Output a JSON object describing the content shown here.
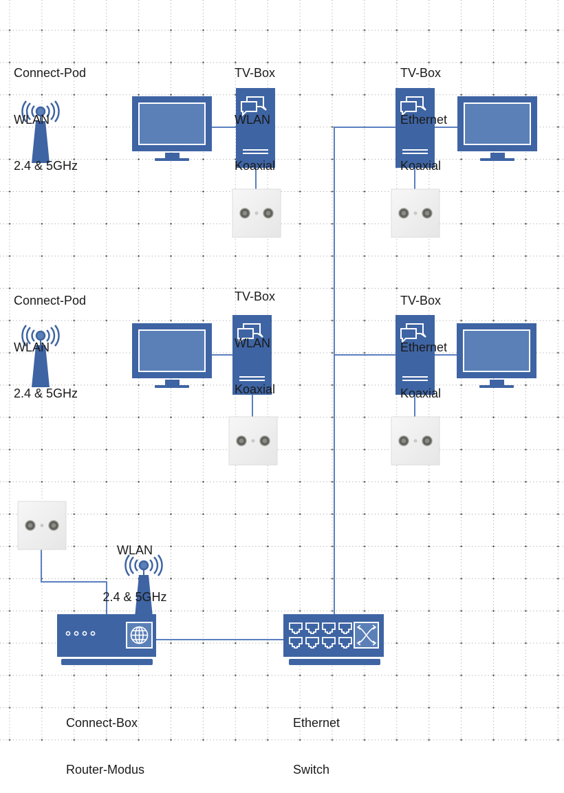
{
  "diagram": {
    "type": "home network topology",
    "colors": {
      "device_blue": "#3e64a3",
      "screen_blue": "#5b80b8",
      "line_blue": "#5a7ec0",
      "outlet_white": "#efefef",
      "grid_dot": "#7a7a7a",
      "text": "#1a1a1a"
    },
    "labels": {
      "pod_top": [
        "Connect-Pod",
        "WLAN",
        "2.4 & 5GHz"
      ],
      "pod_mid": [
        "Connect-Pod",
        "WLAN",
        "2.4 & 5GHz"
      ],
      "tvbox_top_left": [
        "TV-Box",
        "WLAN",
        "Koaxial"
      ],
      "tvbox_top_right": [
        "TV-Box",
        "Ethernet",
        "Koaxial"
      ],
      "tvbox_mid_left": [
        "TV-Box",
        "WLAN",
        "Koaxial"
      ],
      "tvbox_mid_right": [
        "TV-Box",
        "Ethernet",
        "Koaxial"
      ],
      "router_wlan": [
        "WLAN",
        "2.4 & 5GHz"
      ],
      "router": [
        "Connect-Box",
        "Router-Modus"
      ],
      "switch": [
        "Ethernet",
        "Switch"
      ]
    },
    "icons": {
      "pod": "wifi-antenna-icon",
      "tv": "monitor-icon",
      "tvbox": "set-top-box-icon",
      "outlet": "coax-wall-outlet-icon",
      "router": "router-icon",
      "switch": "network-switch-icon"
    },
    "connections": [
      {
        "from": "tv-top-left",
        "to": "tvbox-top-left",
        "type": "cable"
      },
      {
        "from": "tvbox-top-left",
        "to": "coax-top-left",
        "type": "coax"
      },
      {
        "from": "tvbox-top-right",
        "to": "tv-top-right",
        "type": "cable"
      },
      {
        "from": "tvbox-top-right",
        "to": "coax-top-right",
        "type": "coax"
      },
      {
        "from": "switch",
        "to": "tvbox-top-right",
        "type": "ethernet"
      },
      {
        "from": "tv-mid-left",
        "to": "tvbox-mid-left",
        "type": "cable"
      },
      {
        "from": "tvbox-mid-left",
        "to": "coax-mid-left",
        "type": "coax"
      },
      {
        "from": "tvbox-mid-right",
        "to": "tv-mid-right",
        "type": "cable"
      },
      {
        "from": "tvbox-mid-right",
        "to": "coax-mid-right",
        "type": "coax"
      },
      {
        "from": "switch",
        "to": "tvbox-mid-right",
        "type": "ethernet"
      },
      {
        "from": "coax-router",
        "to": "router",
        "type": "coax"
      },
      {
        "from": "router",
        "to": "switch",
        "type": "ethernet"
      }
    ]
  }
}
